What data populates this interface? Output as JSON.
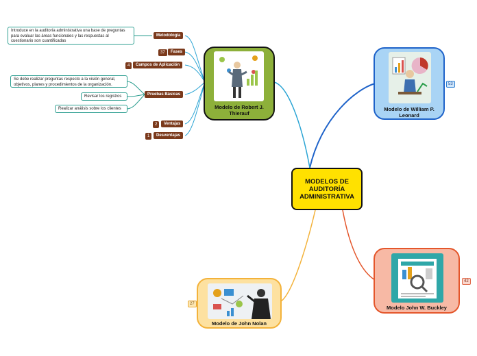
{
  "central": "MODELOS DE AUDITORÍA ADMINISTRATIVA",
  "models": {
    "robert": {
      "label": "Modelo de Robert J. Thierauf"
    },
    "william": {
      "label": "Modelo de William P. Leonard",
      "count": "53"
    },
    "buckley": {
      "label": "Modelo John W. Buckley",
      "count": "42"
    },
    "nolan": {
      "label": "Modelo de John Nolan",
      "count": "27"
    }
  },
  "branches": {
    "metodologia": {
      "label": "Metodología",
      "note": "Introduce en la auditoría administrativa una base de preguntas para evaluar las áreas funcionales y las respuestas al cuestionario son cuantificadas"
    },
    "fases": {
      "label": "Fases",
      "count": "37"
    },
    "campos": {
      "label": "Campos de Aplicación",
      "count": "4"
    },
    "pruebas": {
      "label": "Pruebas Básicas",
      "notes": [
        "Se debe realizar preguntas respecto a la visión general, objetivos, planes y procedimientos de la organización.",
        "Revisar los registros",
        "Realizar análisis sobre los clientes"
      ]
    },
    "ventajas": {
      "label": "Ventajas",
      "count": "2"
    },
    "desventajas": {
      "label": "Desventajas",
      "count": "1"
    }
  },
  "colors": {
    "central": "#ffe100",
    "robert": "#8db03a",
    "william": "#a9d4f5",
    "buckley": "#f7b9a5",
    "nolan": "#fde1a0",
    "branch": "#7b3a1c",
    "notes": "#2a9d8f"
  }
}
